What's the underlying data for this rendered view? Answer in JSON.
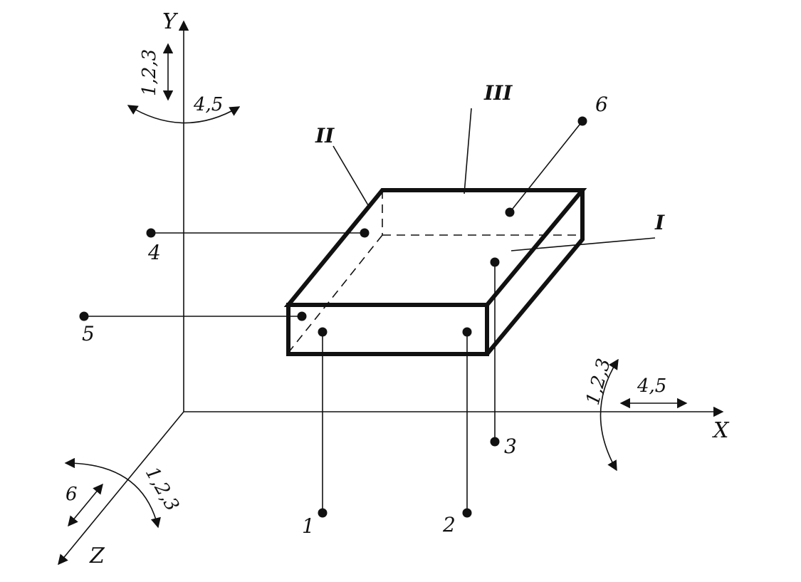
{
  "axes": {
    "x_label": "X",
    "y_label": "Y",
    "z_label": "Z"
  },
  "faces": {
    "primary": "I",
    "secondary": "II",
    "tertiary": "III"
  },
  "support_points": [
    "1",
    "2",
    "3",
    "4",
    "5",
    "6"
  ],
  "dof_labels": {
    "y_translation": "1,2,3",
    "y_rotation": "4,5",
    "x_rotation": "1,2,3",
    "x_translation": "4,5",
    "z_translation": "6",
    "z_rotation": "1,2,3"
  },
  "colors": {
    "ink": "#111111",
    "paper": "#ffffff"
  }
}
